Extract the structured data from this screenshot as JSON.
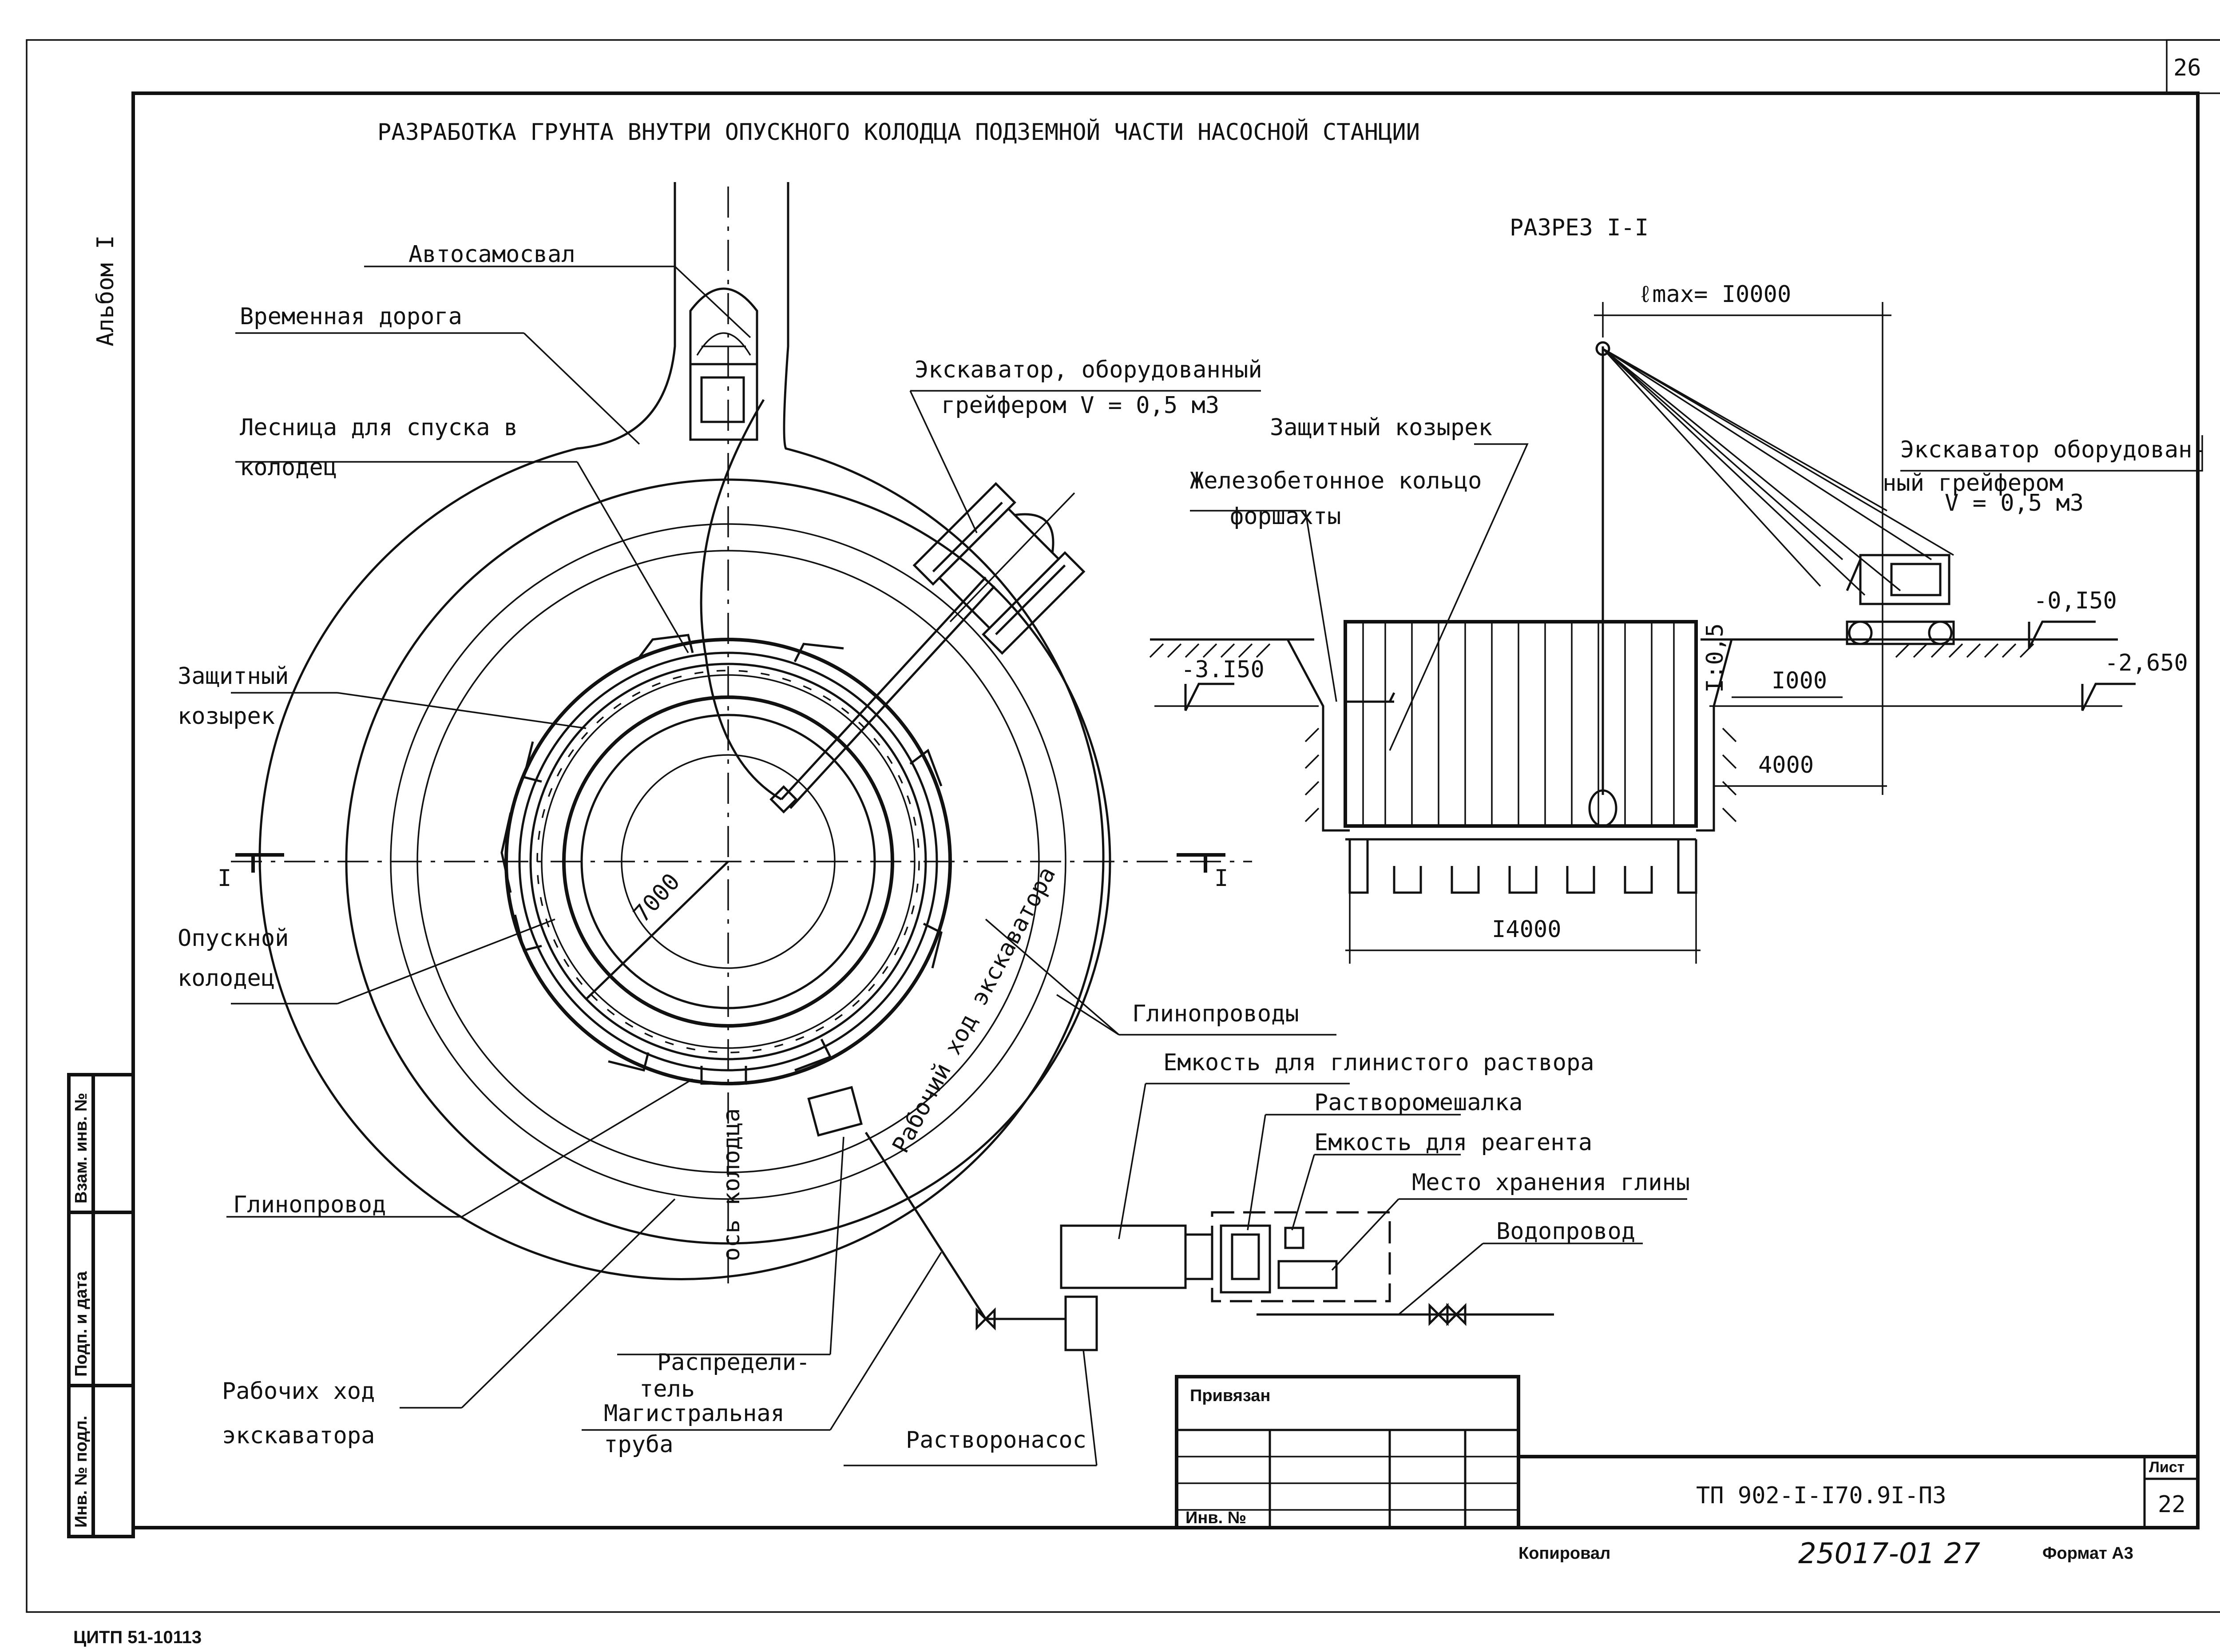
{
  "sheet": {
    "page_number": "26",
    "album": "Альбом I",
    "title": "РАЗРАБОТКА ГРУНТА ВНУТРИ ОПУСКНОГО КОЛОДЦА ПОДЗЕМНОЙ ЧАСТИ НАСОСНОЙ СТАНЦИИ",
    "bottom_stamp": "ЦИТП  51-10113"
  },
  "plan": {
    "labels": {
      "dump_truck": "Автосамосвал",
      "temp_road": "Временная дорога",
      "ladder_1": "Лесница для спуска в",
      "ladder_2": "колодец",
      "excavator_1": "Экскаватор, оборудованный",
      "excavator_2": "грейфером V = 0,5 м3",
      "visor_1": "Защитный",
      "visor_2": "козырек",
      "caisson_1": "Опускной",
      "caisson_2": "колодец",
      "clay_pipes": "Глинопроводы",
      "clay_pipe": "Глинопровод",
      "work_path_1": "Рабочих ход",
      "work_path_2": "экскаватора",
      "work_path_arc": "Рабочий ход экскаватора",
      "well_axis": "ось колодца",
      "distributor_1": "Распредели-",
      "distributor_2": "тель",
      "main_pipe_1": "Магистральная",
      "main_pipe_2": "труба",
      "mortar_pump": "Растворонасос",
      "clay_tank": "Емкость для глинистого раствора",
      "mixer": "Растворомешалка",
      "reagent_tank": "Емкость для реагента",
      "clay_storage": "Место хранения глины",
      "water_pipe": "Водопровод",
      "section_mark": "I",
      "radius": "7000"
    }
  },
  "section": {
    "title": "РАЗРЕЗ I-I",
    "lmax_label": "ℓmax= I0000",
    "visor": "Защитный козырек",
    "ring_1": "Железобетонное кольцо",
    "ring_2": "форшахты",
    "excavator_1": "Экскаватор оборудован-",
    "excavator_2": "ный грейфером",
    "excavator_3": "V = 0,5 м3",
    "level_top": "-0,I50",
    "level_low": "-2,650",
    "level_left": "-3.I50",
    "slope": "I:0,5",
    "dim_1000": "I000",
    "dim_4000": "4000",
    "dim_14000": "I4000"
  },
  "title_block": {
    "tied": "Привязан",
    "inv_no": "Инв. №",
    "code": "ТП 902-I-I70.9I-ПЗ",
    "sheet_label": "Лист",
    "sheet_no": "22",
    "copied": "Копировал",
    "handwritten": "25017-01  27",
    "format": "Формат А3",
    "side_1": "Инв. № подл.",
    "side_2": "Подп. и дата",
    "side_3": "Взам. инв. №"
  }
}
